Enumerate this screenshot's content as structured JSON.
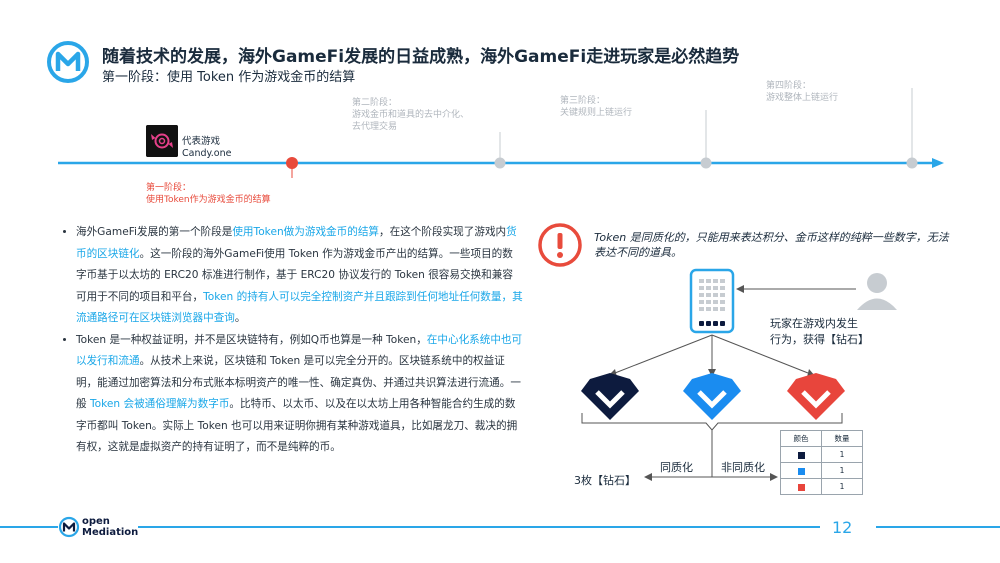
{
  "header": {
    "title": "随着技术的发展，海外GameFi发展的日益成熟，海外GameFi走进玩家是必然趋势",
    "subtitle": "第一阶段：使用 Token 作为游戏金币的结算"
  },
  "timeline": {
    "game_name": "代表游戏",
    "game_title": "Candy.one",
    "stages": [
      {
        "name": "第一阶段：",
        "desc": "使用Token作为游戏金币的结算"
      },
      {
        "name": "第二阶段：",
        "desc": "游戏金币和道具的去中介化、",
        "desc2": "去代理交易"
      },
      {
        "name": "第三阶段：",
        "desc": "关键规则上链运行"
      },
      {
        "name": "第四阶段：",
        "desc": "游戏整体上链运行"
      }
    ]
  },
  "bullets": {
    "b1": {
      "p1": "海外GameFi发展的第一个阶段是",
      "h1": "使用Token做为游戏金币的结算",
      "p2": "，在这个阶段实现了游戏内",
      "h2": "货币的区块链化",
      "p3": "。这一阶段的海外GameFi使用 Token 作为游戏金币产出的结算。一些项目的数字币基于以太坊的 ERC20 标准进行制作，基于 ERC20 协议发行的 Token 很容易交换和兼容可用于不同的项目和平台，",
      "h3": "Token 的持有人可以完全控制资产并且跟踪到任何地址任何数量，其流通路径可在区块链浏览器中查询",
      "p4": "。"
    },
    "b2": {
      "p1": "Token 是一种权益证明，并不是区块链特有，例如Q币也算是一种 Token，",
      "h1": "在中心化系统中也可以发行和流通",
      "p2": "。从技术上来说，区块链和 Token 是可以完全分开的。区块链系统中的权益证明，能通过加密算法和分布式账本标明资产的唯一性、确定真伪、并通过共识算法进行流通。一般 ",
      "h2": "Token 会被通俗理解为数字币",
      "p3": "。比特币、以太币、以及在以太坊上用各种智能合约生成的数字币都叫 Token。实际上 Token 也可以用来证明你拥有某种游戏道具，比如屠龙刀、裁决的拥有权，这就是虚拟资产的持有证明了，而不是纯粹的币。"
    }
  },
  "callout": {
    "text": "Token 是同质化的，只能用来表达积分、金币这样的纯粹一些数字，无法表达不同的道具。"
  },
  "diagram": {
    "player_line1": "玩家在游戏内发生",
    "player_line2": "行为，获得【钻石】",
    "left_label": "3枚【钻石】",
    "homogeneous": "同质化",
    "non_homogeneous": "非同质化",
    "table": {
      "headers": [
        "颜色",
        "数量"
      ],
      "rows": [
        {
          "color": "#0d1b3e",
          "qty": "1"
        },
        {
          "color": "#1a8cf0",
          "qty": "1"
        },
        {
          "color": "#e8453c",
          "qty": "1"
        }
      ]
    },
    "gem_colors": [
      "#0d1b3e",
      "#1a8cf0",
      "#e8453c"
    ]
  },
  "footer": {
    "logo_line1": "open",
    "logo_line2": "Mediation",
    "page_number": "12"
  },
  "colors": {
    "accent": "#2aa6e8",
    "red": "#e84b3c",
    "highlight": "#1aa7e8"
  }
}
